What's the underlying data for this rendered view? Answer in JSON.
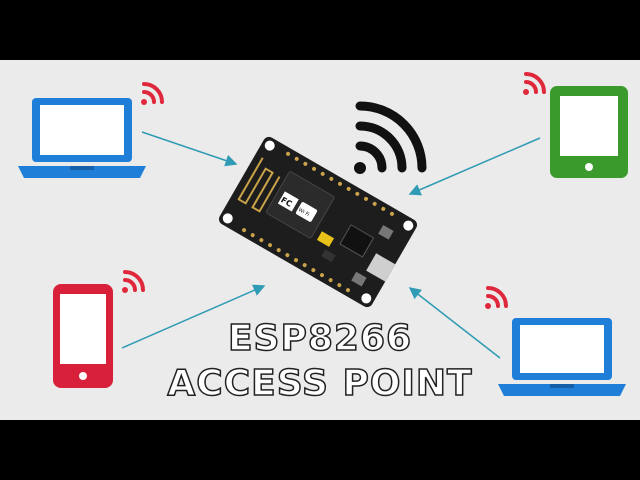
{
  "title": {
    "line1": "ESP8266",
    "line2": "ACCESS POINT"
  },
  "board": {
    "wifi_badge": "Wi Fi",
    "fcc_mark": "FC"
  },
  "colors": {
    "background": "#ebebeb",
    "laptop_blue": "#1f7fd8",
    "tablet_green": "#3a9a2c",
    "phone_red": "#d9203a",
    "signal_red": "#e0283c",
    "arrow_teal": "#2f9bb4",
    "board_black": "#1d1d1d"
  },
  "icons": [
    "laptop-icon",
    "tablet-icon",
    "phone-icon",
    "wifi-signal-icon",
    "esp8266-board-icon"
  ]
}
